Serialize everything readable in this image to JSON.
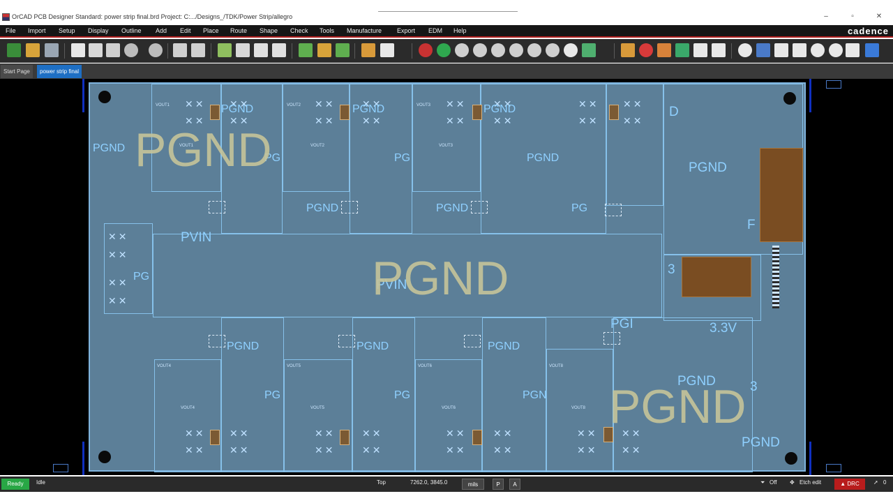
{
  "window": {
    "title": "OrCAD PCB Designer Standard: power strip final.brd  Project: C:.../Designs_/TDK/Power Strip/allegro",
    "minimize": "–",
    "maximize": "▫",
    "close": "✕"
  },
  "menu": {
    "items": [
      "File",
      "Import",
      "Setup",
      "Display",
      "Outline",
      "Add",
      "Edit",
      "Place",
      "Route",
      "Shape",
      "Check",
      "Tools",
      "Manufacture",
      "Export",
      "EDM",
      "Help"
    ],
    "brand": "cadence"
  },
  "tabs": [
    {
      "label": "Start Page",
      "active": false
    },
    {
      "label": "power strip final",
      "active": true
    }
  ],
  "board": {
    "labels": {
      "pgnd": "PGND",
      "pg": "PG",
      "pvin": "PVIN",
      "d": "D",
      "f": "F",
      "three": "3",
      "v33": "3.3V",
      "pgn": "PGN",
      "pgi": "PGI",
      "pg_short": "PG"
    },
    "vout": {
      "v1": "VOUT1",
      "v2": "VOUT2",
      "v3": "VOUT3",
      "v4": "VOUT4",
      "v5": "VOUT5",
      "v6": "VOUT6",
      "v8": "VOUT8"
    },
    "via_glyph": "✕✕"
  },
  "status": {
    "state": "Ready",
    "mode": "Idle",
    "layer": "Top",
    "coords": "7262.0, 3845.0",
    "units": "mils",
    "p_button": "P",
    "a_button": "A",
    "filter": "Off",
    "edit_mode": "Etch edit",
    "drc": "DRC",
    "count": "0"
  }
}
